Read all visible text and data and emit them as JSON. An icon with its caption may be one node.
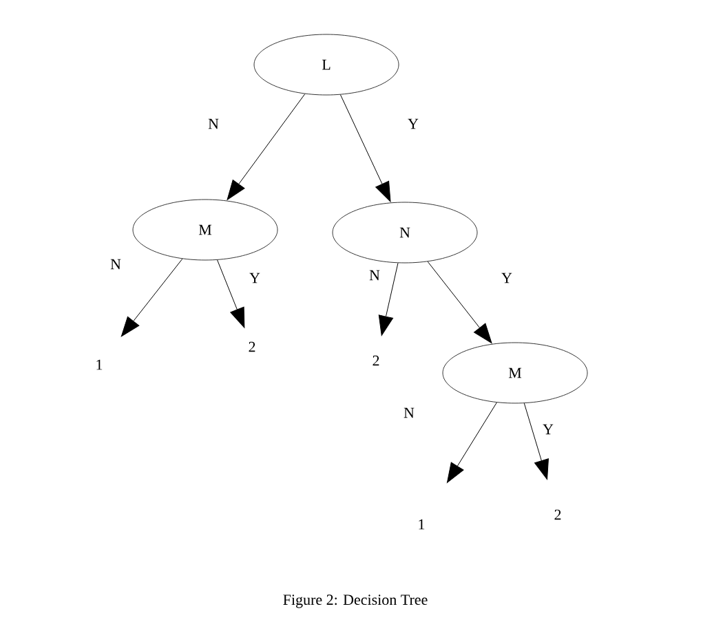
{
  "diagram": {
    "caption": "Figure 2: Decision Tree",
    "nodes": [
      {
        "text": [
          "L"
        ]
      },
      {
        "text": [
          "M"
        ]
      },
      {
        "text": [
          "N"
        ]
      },
      {
        "text": [
          "1"
        ]
      },
      {
        "text": [
          "2"
        ]
      },
      {
        "text": [
          "2"
        ]
      },
      {
        "text": [
          "M"
        ]
      },
      {
        "text": [
          "1"
        ]
      },
      {
        "text": [
          "2"
        ]
      }
    ],
    "edges": [
      {
        "from": 0,
        "to": 1,
        "arrow": "to",
        "label": "N"
      },
      {
        "from": 0,
        "to": 2,
        "arrow": "to",
        "label": "Y"
      },
      {
        "from": 1,
        "to": 3,
        "arrow": "to",
        "label": "N"
      },
      {
        "from": 1,
        "to": 4,
        "arrow": "to",
        "label": "Y"
      },
      {
        "from": 2,
        "to": 5,
        "arrow": "to",
        "label": "N"
      },
      {
        "from": 2,
        "to": 6,
        "arrow": "to",
        "label": "Y"
      },
      {
        "from": 6,
        "to": 7,
        "arrow": "to",
        "label": "N"
      },
      {
        "from": 6,
        "to": 8,
        "arrow": "to",
        "label": "Y"
      }
    ]
  }
}
